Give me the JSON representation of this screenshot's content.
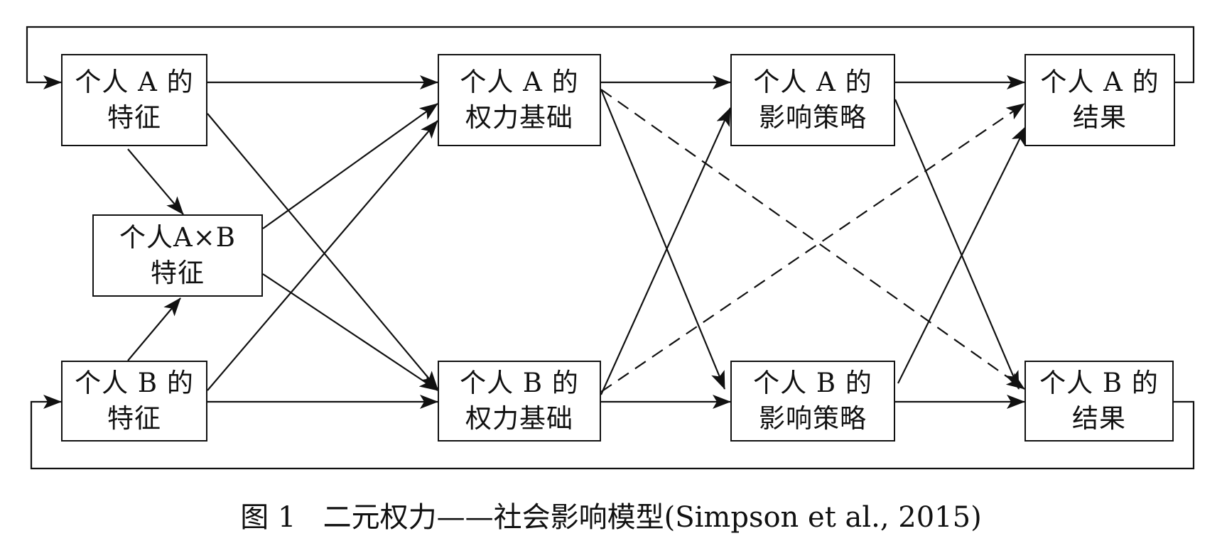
{
  "boxes": {
    "a_traits": {
      "line1": "个人 A 的",
      "line2": "特征"
    },
    "a_power": {
      "line1": "个人 A 的",
      "line2": "权力基础"
    },
    "a_influence": {
      "line1": "个人 A 的",
      "line2": "影响策略"
    },
    "a_outcome": {
      "line1": "个人 A 的",
      "line2": "结果"
    },
    "ab_traits": {
      "line1": "个人A×B",
      "line2": "特征"
    },
    "b_traits": {
      "line1": "个人 B 的",
      "line2": "特征"
    },
    "b_power": {
      "line1": "个人 B 的",
      "line2": "权力基础"
    },
    "b_influence": {
      "line1": "个人 B 的",
      "line2": "影响策略"
    },
    "b_outcome": {
      "line1": "个人 B 的",
      "line2": "结果"
    }
  },
  "caption": "图 1   二元权力——社会影响模型(Simpson et al., 2015)",
  "colors": {
    "line": "#111111",
    "background": "#ffffff"
  }
}
